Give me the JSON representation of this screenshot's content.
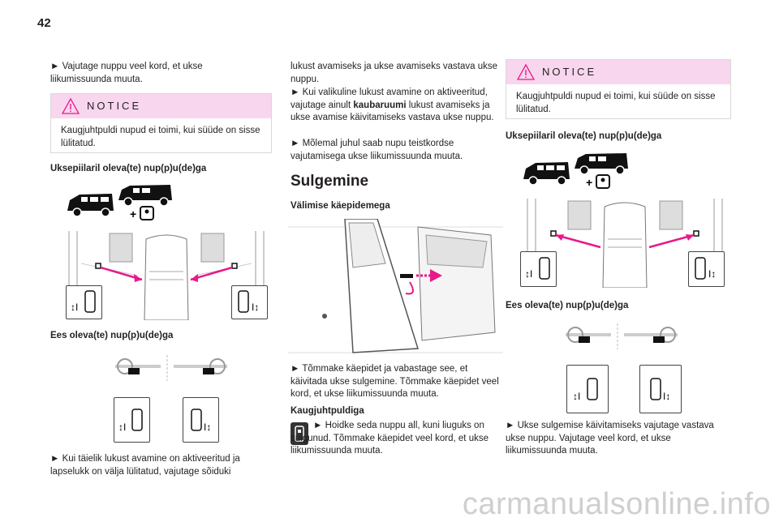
{
  "page_number": "42",
  "col1": {
    "para1": "► Vajutage nuppu veel kord, et ukse liikumissuunda muuta.",
    "notice_title": "NOTICE",
    "notice_text": "Kaugjuhtpuldi nupud ei toimi, kui süüde on sisse lülitatud.",
    "heading_pillar": "Uksepiilaril oleva(te) nup(p)u(de)ga",
    "heading_front": "Ees oleva(te) nup(p)u(de)ga",
    "para2": "► Kui täielik lukust avamine on aktiveeritud ja lapselukk on välja lülitatud, vajutage sõiduki"
  },
  "col2": {
    "para1": "lukust avamiseks ja ukse avamiseks vastava ukse nuppu.",
    "para2_pre": "► Kui valikuline lukust avamine on aktiveeritud, vajutage ainult ",
    "para2_bold": "kaubaruumi",
    "para2_post": " lukust avamiseks ja ukse avamise käivitamiseks vastava ukse nuppu.",
    "para3": "► Mõlemal juhul saab nupu teistkordse vajutamisega ukse liikumissuunda muuta.",
    "section_title": "Sulgemine",
    "heading_handle": "Välimise käepidemega",
    "para4": "► Tõmmake käepidet ja vabastage see, et käivitada ukse sulgemine. Tõmmake käepidet veel kord, et ukse liikumissuunda muuta.",
    "heading_remote": "Kaugjuhtpuldiga",
    "para5": "► Hoidke seda nuppu all, kuni liuguks on sulgunud. Tõmmake käepidet veel kord, et ukse liikumissuunda muuta."
  },
  "col3": {
    "notice_title": "NOTICE",
    "notice_text": "Kaugjuhtpuldi nupud ei toimi, kui süüde on sisse lülitatud.",
    "heading_pillar": "Uksepiilaril oleva(te) nup(p)u(de)ga",
    "heading_front": "Ees oleva(te) nup(p)u(de)ga",
    "para1": "► Ukse sulgemise käivitamiseks vajutage vastava ukse nuppu. Vajutage veel kord, et ukse liikumissuunda muuta."
  },
  "watermark": "carmanualsonline.info",
  "colors": {
    "notice_bg": "#f8d6ee",
    "arrow": "#e8198b"
  }
}
